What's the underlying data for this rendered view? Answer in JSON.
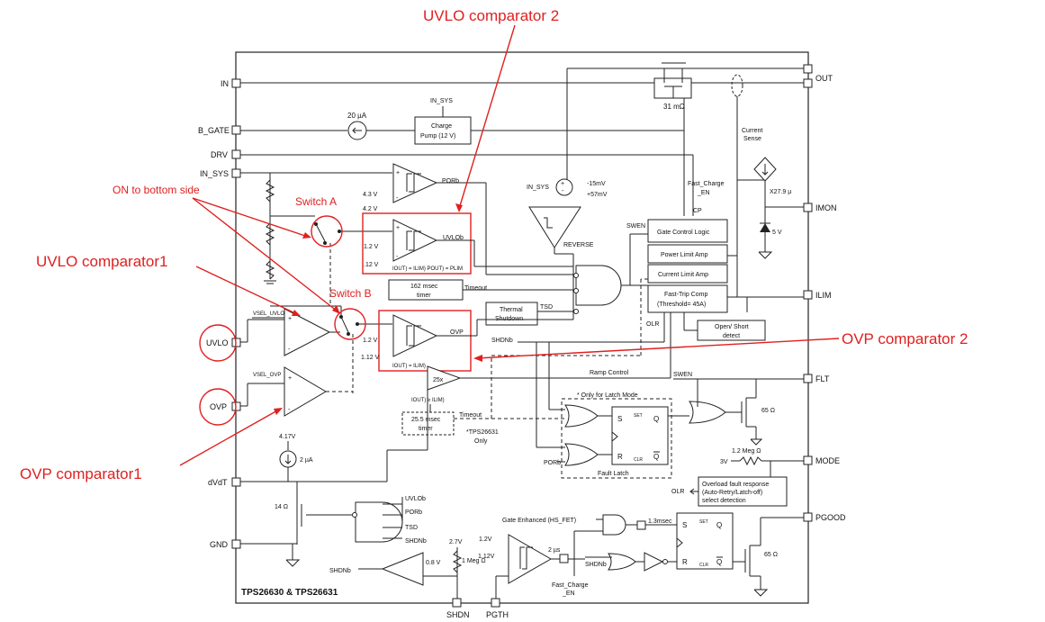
{
  "chip": {
    "footer_label": "TPS26630 & TPS26631",
    "left_pins": [
      "IN",
      "B_GATE",
      "DRV",
      "IN_SYS",
      "UVLO",
      "OVP",
      "dVdT",
      "GND"
    ],
    "right_pins": [
      "OUT",
      "IMON",
      "ILIM",
      "FLT",
      "MODE",
      "PGOOD"
    ],
    "bottom_pins": [
      "SHDN",
      "PGTH"
    ]
  },
  "annotations": {
    "uvlo2": "UVLO comparator 2",
    "uvlo1": "UVLO comparator1",
    "ovp2": "OVP comparator 2",
    "ovp1": "OVP comparator1",
    "on_bottom": "ON to bottom side",
    "switch_a": "Switch A",
    "switch_b": "Switch B"
  },
  "blocks": {
    "charge_pump": [
      "Charge",
      "Pump (12 V)"
    ],
    "in_sys_top": "IN_SYS",
    "current_20ua": "20 µA",
    "fet_res": "31 mΩ",
    "current_sense": [
      "Current",
      "Sense"
    ],
    "fast_charge_en": [
      "Fast_Charge",
      "_EN"
    ],
    "cp": "CP",
    "swen": "SWEN",
    "gate_ctrl": "Gate Control Logic",
    "power_limit": "Power Limit Amp",
    "current_limit": "Current Limit Amp",
    "fast_trip": [
      "Fast-Trip Comp",
      "(Threshold= 45A)"
    ],
    "imon_gain": "X27.9 µ",
    "zener_5v": "5 V",
    "rev_in_sys": "IN_SYS",
    "rev_thresh": [
      "-15mV",
      "+57mV"
    ],
    "reverse": "REVERSE",
    "porb": "PORb",
    "uvlob": "UVLOb",
    "ovp_out": "OVP",
    "th_43": "4.3 V",
    "th_42": "4.2 V",
    "th_12": "1.2 V",
    "th_112": ".12 V",
    "th_12b": "1.2 V",
    "th_112b": "1.12 V",
    "ilim_eq": "IOUT) = ILIM) POUT) = PLIM",
    "ilim_eq2": "IOUT) = ILIM)",
    "timer_162": [
      "162 msec",
      "timer"
    ],
    "timeout": "Timeout",
    "thermal": [
      "Thermal",
      "Shutdown"
    ],
    "tsd": "TSD",
    "olr": "OLR",
    "shdnb": "SHDNb",
    "open_short": [
      "Open/ Short",
      "detect"
    ],
    "vsel_uvlo": "VSEL_UVLO",
    "vsel_ovp": "VSEL_OVP",
    "amp_25x": "25x",
    "ramp_control": "Ramp Control",
    "swen2": "SWEN",
    "iout_cond": "IOUT) ≥ ILIM)",
    "timer_255": [
      "25.5 msec",
      "timer"
    ],
    "timeout2": "Timeout",
    "tps26631_only": [
      "*TPS26631",
      "Only"
    ],
    "latch_only": "* Only for Latch Mode",
    "fault_latch": "Fault Latch",
    "porb2": "PORb",
    "olr2": "OLR",
    "res_65": "65 Ω",
    "res_12meg": "1.2 Meg Ω",
    "v3": "3V",
    "overload": [
      "Overload fault response",
      "(Auto-Retry/Latch-off)",
      "select detection"
    ],
    "v417": "4.17V",
    "i2ua": "2 µA",
    "res_14": "14 Ω",
    "nand_inputs": [
      "UVLOb",
      "PORb",
      "TSD",
      "SHDNb"
    ],
    "shdnb_left": "SHDNb",
    "v08": "0.8 V",
    "v27": "2.7V",
    "res_1meg": "1 Meg Ω",
    "pg_12": "1.2V",
    "pg_112": "1.12V",
    "delay_2us": "2 µs",
    "gate_enh": "Gate Enhanced (HS_FET)",
    "delay_13": "1.3msec",
    "shdnb_pg": "SHDNb",
    "fast_charge_en2": [
      "Fast_Charge",
      "_EN"
    ],
    "res_65b": "65 Ω",
    "s": "S",
    "r": "R",
    "q": "Q",
    "qb": "Q",
    "set": "SET",
    "clr": "CLR"
  }
}
